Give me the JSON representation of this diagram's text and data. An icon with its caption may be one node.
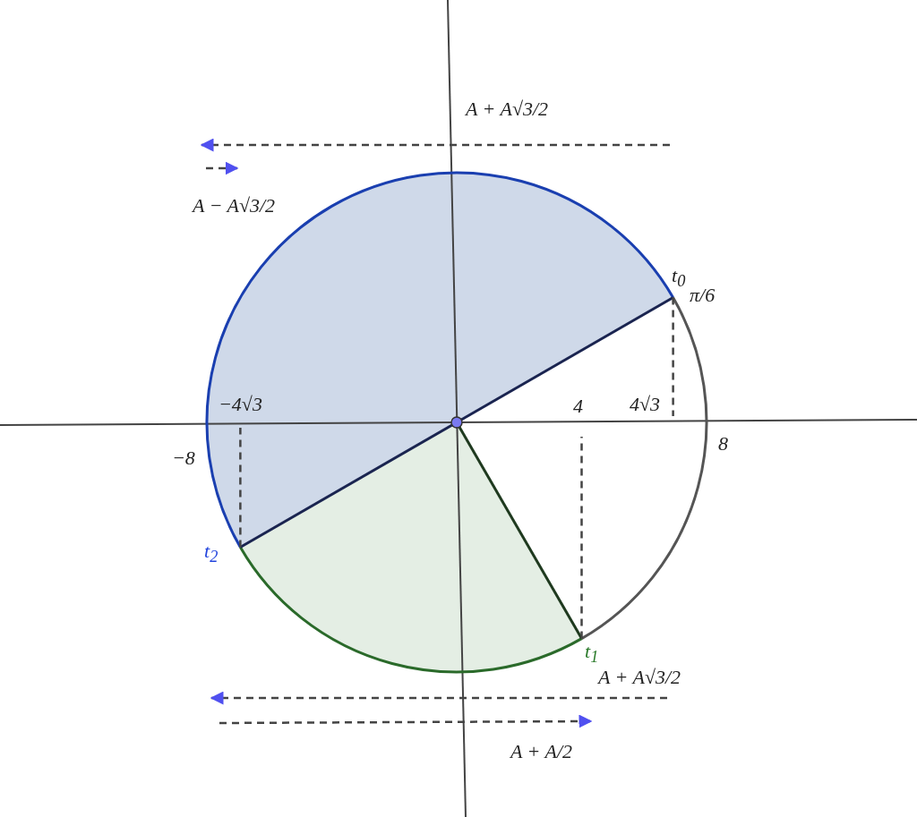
{
  "diagram": {
    "labels": [
      "A + A√3/2",
      "A − A√3/2",
      "t$_{0}$",
      "π/6",
      "−4√3",
      "4",
      "4√3",
      "−8",
      "8",
      "t$_{2}$",
      "t$_{1}$",
      "A + A√3/2",
      "A + A/2"
    ]
  }
}
